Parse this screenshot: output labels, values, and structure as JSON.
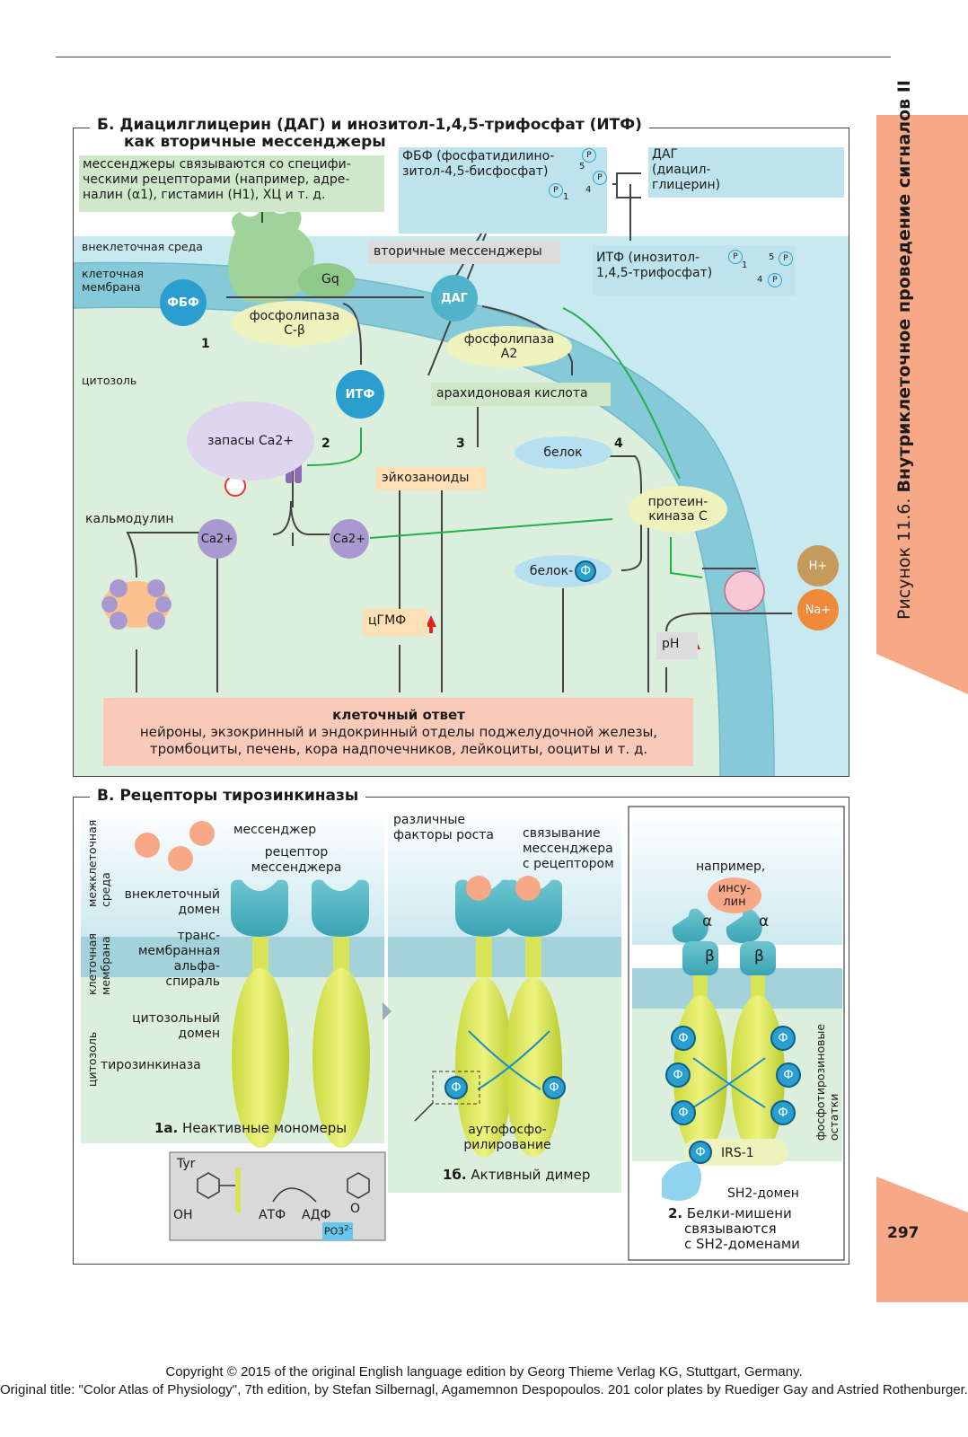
{
  "side": {
    "figure_label": "Рисунок 11.6.",
    "figure_title": "Внутриклеточное проведение сигналов II",
    "page_number": "297"
  },
  "b": {
    "title_l1": "Б. Диацилглицерин (ДАГ) и инозитол-1,4,5-трифосфат (ИТФ)",
    "title_l2": "как вторичные мессенджеры",
    "intro": [
      "мессенджеры связываются со специфи-",
      "ческими рецепторами (например, адре-",
      "налин (α1), гистамин (H1), ХЦ и т. д."
    ],
    "pbf_label": [
      "ФБФ (фосфатидилино-",
      "зитол-4,5-бисфосфат)"
    ],
    "dag_label": [
      "ДАГ",
      "(диацил-",
      "глицерин)"
    ],
    "itf_label": [
      "ИТФ (инозитол-",
      "1,4,5-трифосфат)"
    ],
    "extracellular": "внеклеточная среда",
    "membrane": [
      "клеточная",
      "мембрана"
    ],
    "cytosol": "цитозоль",
    "second_messengers": "вторичные мессенджеры",
    "gq": "Gq",
    "pbf": "ФБФ",
    "dag": "ДАГ",
    "itf": "ИТФ",
    "plc": [
      "фосфолипаза",
      "С-β"
    ],
    "pla2": [
      "фосфолипаза",
      "А2"
    ],
    "arachidonic": "арахидоновая кислота",
    "ca_stores": "запасы Ca2+",
    "eicosanoids": "эйкозаноиды",
    "protein": "белок",
    "protein_p": "белок-",
    "pkc": [
      "протеин-",
      "киназа С"
    ],
    "calmodulin": "кальмодулин",
    "ca": "Ca2+",
    "cgmp": "цГМФ",
    "ph": "pH",
    "h": "H+",
    "na": "Na+",
    "phi": "Ф",
    "p": "P",
    "nums": {
      "n1": "1",
      "n2": "2",
      "n3": "3",
      "n4": "4",
      "r1": "1",
      "r4": "4",
      "r5": "5",
      "i1": "1",
      "i4": "4",
      "i5": "5"
    },
    "response_title": "клеточный ответ",
    "response_l1": "нейроны, экзокринный и эндокринный отделы поджелудочной железы,",
    "response_l2": "тромбоциты, печень, кора надпочечников, лейкоциты, ооциты и т. д."
  },
  "c": {
    "title": "В. Рецепторы тирозинкиназы",
    "side_extra": [
      "межклеточная",
      "среда"
    ],
    "side_mem": [
      "клеточная",
      "мембрана"
    ],
    "side_cyt": "цитозоль",
    "messenger": "мессенджер",
    "receptor": [
      "рецептор",
      "мессенджера"
    ],
    "ext_domain": [
      "внеклеточный",
      "домен"
    ],
    "tm_helix": [
      "транс-",
      "мембранная",
      "альфа-",
      "спираль"
    ],
    "cyt_domain": [
      "цитозольный",
      "домен"
    ],
    "tk": "тирозинкиназа",
    "cap1a_num": "1а.",
    "cap1a": " Неактивные мономеры",
    "growth": [
      "различные",
      "факторы роста"
    ],
    "binding": [
      "связывание",
      "мессенджера",
      "с рецептором"
    ],
    "autophos": [
      "аутофосфо-",
      "рилирование"
    ],
    "cap1b_num": "1б.",
    "cap1b": " Активный димер",
    "example": "например,",
    "insulin": [
      "инсу-",
      "лин"
    ],
    "alpha": "α",
    "beta": "β",
    "pty": [
      "фосфотирозиновые",
      "остатки"
    ],
    "irs": "IRS-1",
    "sh2": "SH2-домен",
    "cap2_num": "2.",
    "cap2": [
      " Белки-мишени",
      "связываются",
      "с SH2-доменами"
    ],
    "tyr": "Tyr",
    "oh": "OH",
    "atf": "АТФ",
    "adf": "АДФ",
    "o": "O",
    "po3": "PO3",
    "po3_sup": "2–"
  },
  "copyright": {
    "l1": "Copyright © 2015 of the original English language edition by Georg Thieme Verlag KG, Stuttgart, Germany.",
    "l2": "Original title: \"Color Atlas of Physiology\", 7th edition, by Stefan Silbernagl, Agamemnon Despopoulos. 201 color plates by Ruediger Gay and Astried Rothenburger."
  },
  "colors": {
    "green_bg": "#dbeede",
    "cyan": "#7fc7d8",
    "salmon": "#f7a987",
    "accent_green": "#22b04b"
  }
}
